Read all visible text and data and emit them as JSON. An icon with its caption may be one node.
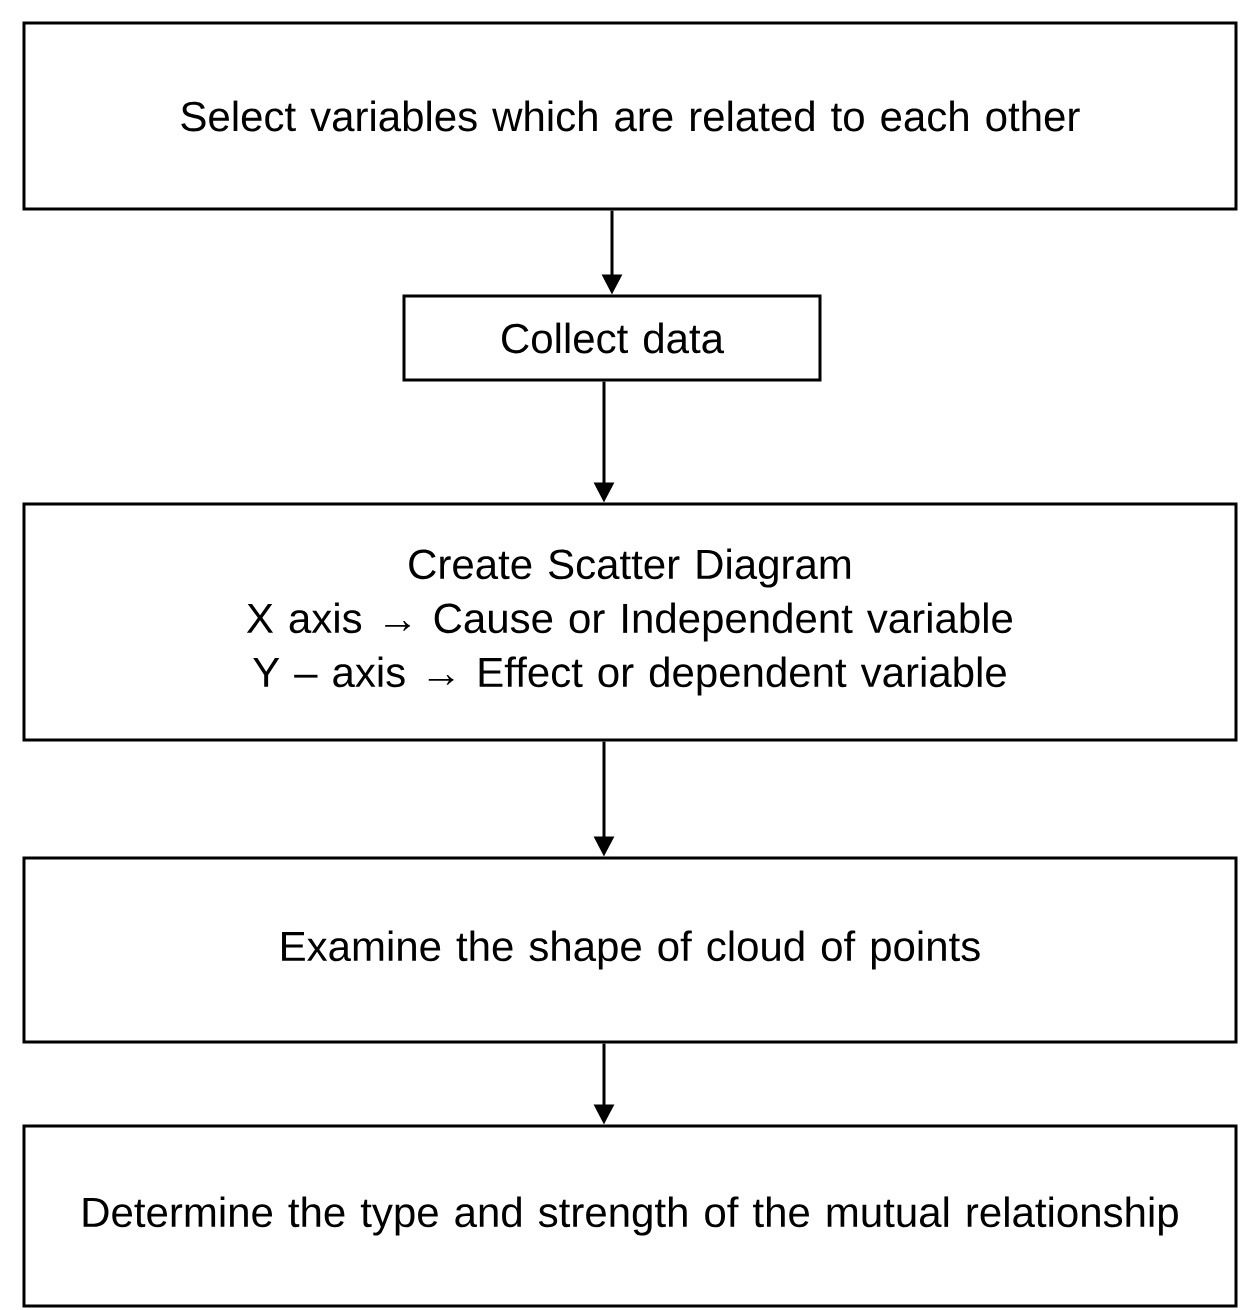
{
  "diagram": {
    "nodes": [
      {
        "text": [
          "Select variables which are related to each other"
        ]
      },
      {
        "text": [
          "Collect data"
        ]
      },
      {
        "text": [
          "Create Scatter Diagram",
          "X axis → Cause or Independent variable",
          "Y – axis → Effect or dependent variable"
        ]
      },
      {
        "text": [
          "Examine the shape of cloud of points"
        ]
      },
      {
        "text": [
          "Determine the type and strength of the mutual relationship"
        ]
      }
    ],
    "edges": [
      {
        "from": 0,
        "to": 1,
        "arrow": "to"
      },
      {
        "from": 1,
        "to": 2,
        "arrow": "to"
      },
      {
        "from": 2,
        "to": 3,
        "arrow": "to"
      },
      {
        "from": 3,
        "to": 4,
        "arrow": "to"
      }
    ]
  }
}
